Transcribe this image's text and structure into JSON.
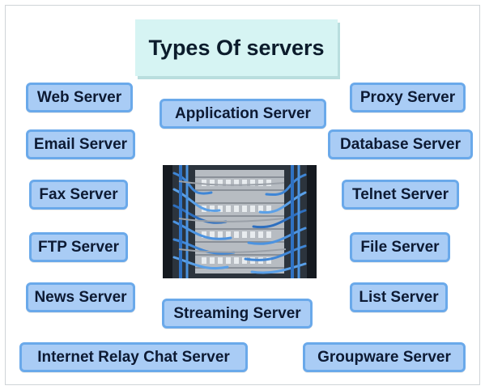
{
  "title": "Types Of servers",
  "labels": {
    "web": "Web Server",
    "application": "Application Server",
    "proxy": "Proxy Server",
    "email": "Email Server",
    "database": "Database Server",
    "fax": "Fax Server",
    "telnet": "Telnet Server",
    "ftp": "FTP Server",
    "file": "File Server",
    "news": "News Server",
    "streaming": "Streaming Server",
    "list": "List Server",
    "irc": "Internet Relay Chat Server",
    "groupware": "Groupware Server"
  },
  "colors": {
    "pill_fill": "#a9ccf5",
    "pill_border": "#6aa9ea",
    "title_fill": "#d6f4f3"
  }
}
